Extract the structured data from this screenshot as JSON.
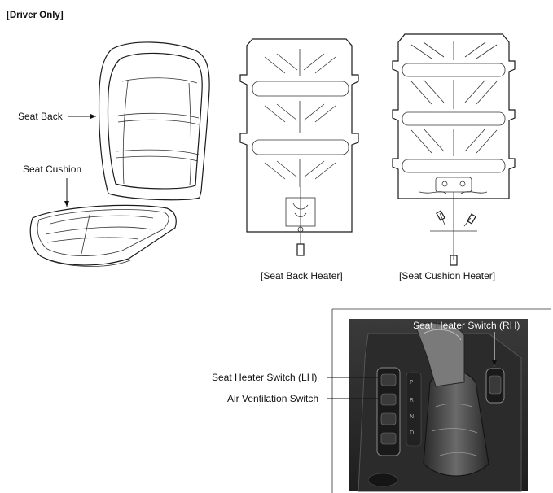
{
  "header": {
    "title": "[Driver Only]"
  },
  "labels": {
    "seat_back": "Seat Back",
    "seat_cushion": "Seat Cushion",
    "seat_back_heater": "[Seat Back Heater]",
    "seat_cushion_heater": "[Seat Cushion Heater]",
    "switch_rh": "Seat Heater Switch (RH)",
    "switch_lh": "Seat Heater Switch (LH)",
    "air_ventilation": "Air Ventilation Switch"
  }
}
